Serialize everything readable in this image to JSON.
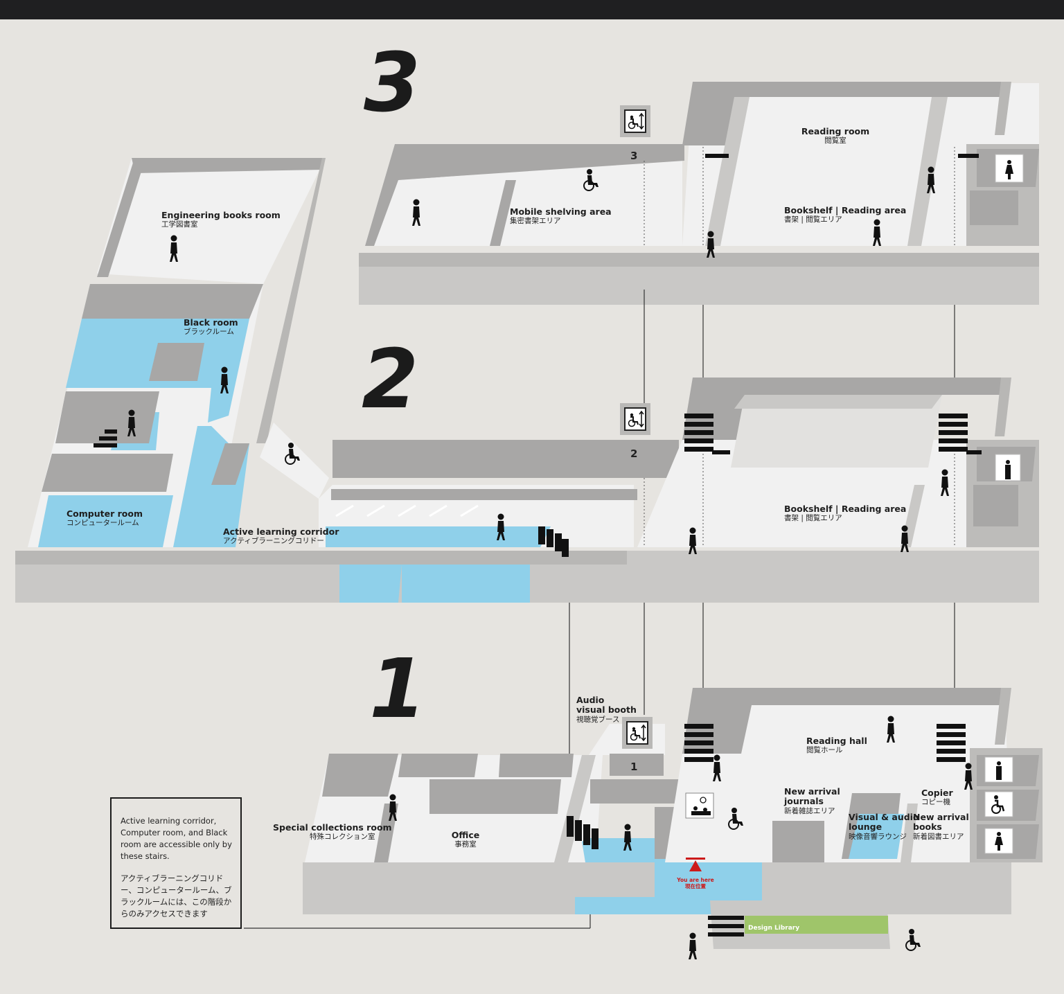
{
  "floors": [
    {
      "number": "3",
      "level_label": "3"
    },
    {
      "number": "2",
      "level_label": "2"
    },
    {
      "number": "1",
      "level_label": "1"
    }
  ],
  "rooms": {
    "engineering": {
      "en": "Engineering books room",
      "ja": "工学図書室"
    },
    "black": {
      "en": "Black room",
      "ja": "ブラックルーム"
    },
    "computer": {
      "en": "Computer room",
      "ja": "コンピュータールーム"
    },
    "active": {
      "en": "Active learning corridor",
      "ja": "アクティブラーニングコリドー"
    },
    "mobile": {
      "en": "Mobile shelving area",
      "ja": "集密書架エリア"
    },
    "reading_room": {
      "en": "Reading room",
      "ja": "閲覧室"
    },
    "bookshelf3": {
      "en": "Bookshelf | Reading area",
      "ja": "書架 | 閲覧エリア"
    },
    "bookshelf2": {
      "en": "Bookshelf | Reading area",
      "ja": "書架 | 閲覧エリア"
    },
    "audio_booth": {
      "en1": "Audio",
      "en2": "visual booth",
      "ja": "視聴覚ブース"
    },
    "reading_hall": {
      "en": "Reading hall",
      "ja": "閲覧ホール"
    },
    "special": {
      "en": "Special collections room",
      "ja": "特殊コレクション室"
    },
    "office": {
      "en": "Office",
      "ja": "事務室"
    },
    "journals": {
      "en1": "New arrival",
      "en2": "journals",
      "ja": "新着雑誌エリア"
    },
    "visual_lounge": {
      "en1": "Visual & audio",
      "en2": "lounge",
      "ja": "映像音響ラウンジ"
    },
    "copier": {
      "en": "Copier",
      "ja": "コピー機"
    },
    "new_books": {
      "en1": "New arrival",
      "en2": "books",
      "ja": "新着図書エリア"
    },
    "design_library": "Design Library"
  },
  "you_are_here": {
    "en": "You are here",
    "ja": "現在位置"
  },
  "note": {
    "en": "Active learning corridor, Computer room, and Black room are accessible only by these stairs.",
    "ja": "アクティブラーニングコリドー、コンピュータールーム、ブラックルームには、この階段からのみアクセスできます"
  },
  "icons": [
    "elevator-icon",
    "wheelchair-icon",
    "person-walking-icon",
    "stairs-icon",
    "restroom-male-icon",
    "restroom-female-icon",
    "accessible-restroom-icon",
    "information-desk-icon"
  ],
  "colors": {
    "background": "#e6e4e0",
    "wall_dark": "#a8a7a6",
    "wall_light": "#c9c8c6",
    "floor": "#f1f1f1",
    "accent_blue": "#8fd0ea",
    "marker_red": "#cc1a1a",
    "green": "#9fc56a"
  }
}
